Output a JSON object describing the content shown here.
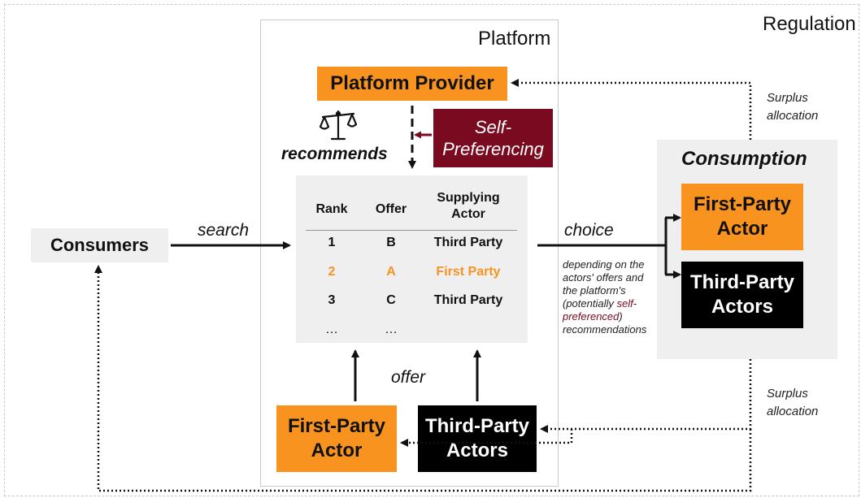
{
  "regions": {
    "regulation": "Regulation",
    "platform": "Platform",
    "consumption": "Consumption"
  },
  "nodes": {
    "platform_provider": "Platform Provider",
    "self_preferencing": "Self-\nPreferencing",
    "consumers": "Consumers",
    "first_party_actor": "First-Party\nActor",
    "third_party_actors": "Third-Party\nActors"
  },
  "edge_labels": {
    "recommends": "recommends",
    "search": "search",
    "choice": "choice",
    "offer": "offer",
    "surplus_allocation_top": "Surplus\nallocation",
    "surplus_allocation_bottom": "Surplus\nallocation"
  },
  "choice_note": {
    "before": "depending on the actors' offers and the platform's (potentially ",
    "highlight": "self-preferenced",
    "after": ") recommendations"
  },
  "ranking_table": {
    "headers": [
      "Rank",
      "Offer",
      "Supplying Actor"
    ],
    "rows": [
      {
        "rank": "1",
        "offer": "B",
        "actor": "Third Party",
        "highlight": false
      },
      {
        "rank": "2",
        "offer": "A",
        "actor": "First Party",
        "highlight": true
      },
      {
        "rank": "3",
        "offer": "C",
        "actor": "Third Party",
        "highlight": false
      },
      {
        "rank": "…",
        "offer": "…",
        "actor": "",
        "highlight": false
      }
    ]
  },
  "icons": [
    "scales-icon"
  ],
  "colors": {
    "orange": "#f7931e",
    "maroon": "#7a0a20",
    "black": "#000000",
    "grey": "#efefef"
  }
}
